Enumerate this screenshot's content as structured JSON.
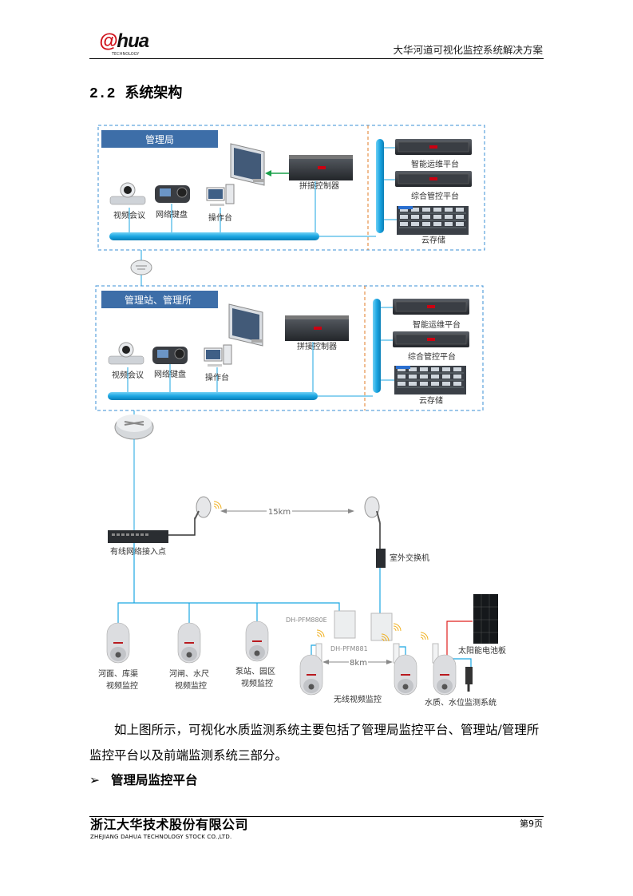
{
  "header": {
    "logo_text": "alhua",
    "logo_sub": "TECHNOLOGY",
    "title": "大华河道可视化监控系统解决方案"
  },
  "section": {
    "number": "2.2",
    "title": "系统架构"
  },
  "diagram": {
    "colors": {
      "bus": "#1ba6e2",
      "border": "#3a8fd6",
      "label_bar": "#3d6ea8",
      "divider": "#e07b26",
      "arrow": "#1aa04a",
      "power": "#e0201f"
    },
    "zone1": {
      "label": "管理局",
      "video_conf": "视频会议",
      "keyboard": "网络键盘",
      "console": "操作台",
      "controller": "拼接控制器",
      "ops": "智能运维平台",
      "mgmt": "综合管控平台",
      "storage": "云存储"
    },
    "zone2": {
      "label": "管理站、管理所",
      "video_conf": "视频会议",
      "keyboard": "网络键盘",
      "console": "操作台",
      "controller": "拼接控制器",
      "ops": "智能运维平台",
      "mgmt": "综合管控平台",
      "storage": "云存储"
    },
    "wired_access": "有线网络接入点",
    "distance_1": "15km",
    "outdoor_switch": "室外交换机",
    "cameras": [
      {
        "line1": "河面、库渠",
        "line2": "视频监控"
      },
      {
        "line1": "河闸、水尺",
        "line2": "视频监控"
      },
      {
        "line1": "泵站、园区",
        "line2": "视频监控"
      }
    ],
    "ap_model": "DH-PFM880E",
    "bridge_model": "DH-PFM881",
    "distance_2": "8km",
    "wireless_label": "无线视频监控",
    "solar": "太阳能电池板",
    "water_system": "水质、水位监测系统"
  },
  "body": {
    "paragraph": "如上图所示，可视化水质监测系统主要包括了管理局监控平台、管理站/管理所监控平台以及前端监测系统三部分。",
    "bullet_marker": "➢",
    "bullet": "管理局监控平台"
  },
  "footer": {
    "company": "浙江大华技术股份有限公司",
    "company_en": "ZHEJIANG DAHUA TECHNOLOGY STOCK CO.,LTD.",
    "page": "第9页"
  }
}
